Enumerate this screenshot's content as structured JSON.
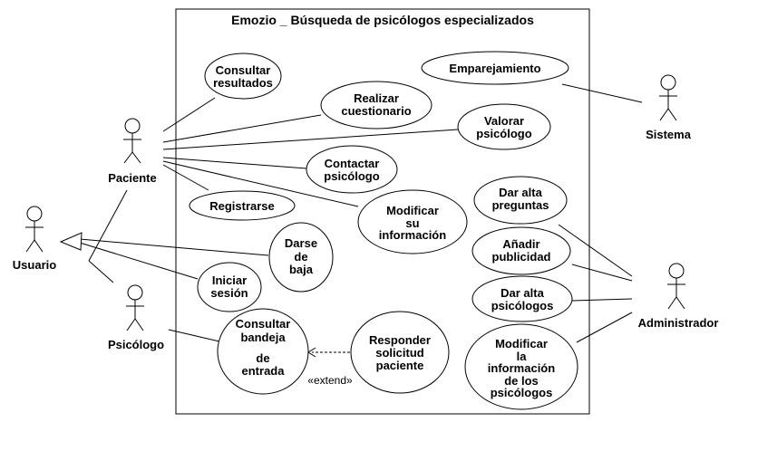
{
  "system_title": "Emozio _ Búsqueda de psicólogos especializados",
  "actors": {
    "paciente": "Paciente",
    "usuario": "Usuario",
    "psicologo": "Psicólogo",
    "sistema": "Sistema",
    "administrador": "Administrador"
  },
  "use_cases": {
    "consultar_resultados": [
      "Consultar",
      "resultados"
    ],
    "realizar_cuestionario": [
      "Realizar",
      "cuestionario"
    ],
    "valorar_psicologo": [
      "Valorar",
      "psicólogo"
    ],
    "contactar_psicologo": [
      "Contactar",
      "psicólogo"
    ],
    "registrarse": [
      "Registrarse"
    ],
    "modificar_su_informacion": [
      "Modificar",
      "su",
      "información"
    ],
    "darse_de_baja": [
      "Darse",
      "de",
      "baja"
    ],
    "iniciar_sesion": [
      "Iniciar",
      "sesión"
    ],
    "consultar_bandeja": [
      "Consultar",
      "bandeja",
      "de",
      "entrada"
    ],
    "responder_solicitud": [
      "Responder",
      "solicitud",
      "paciente"
    ],
    "emparejamiento": [
      "Emparejamiento"
    ],
    "dar_alta_preguntas": [
      "Dar alta",
      "preguntas"
    ],
    "anadir_publicidad": [
      "Añadir",
      "publicidad"
    ],
    "dar_alta_psicologos": [
      "Dar alta",
      "psicólogos"
    ],
    "modificar_info_psicologos": [
      "Modificar",
      "la",
      "información",
      "de los",
      "psicólogos"
    ]
  },
  "extend_label": "«extend»"
}
